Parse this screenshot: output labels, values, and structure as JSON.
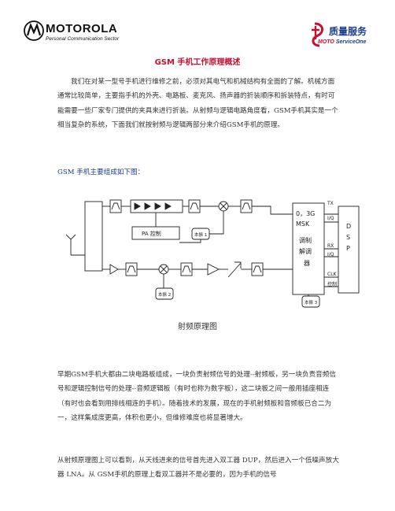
{
  "header": {
    "brand": "MOTOROLA",
    "brand_sub": "Personal Communication Sector",
    "service_cn": "质量服务",
    "service_en_moto": "MOTO ",
    "service_en_so": "ServiceOne"
  },
  "title": "GSM 手机工作原理概述",
  "paragraphs": {
    "p1": "我们在对某一型号手机进行维修之前，必须对其电气和机械结构有全面的了解。机械方面通常比较简单，主要指手机的外壳、电路板、麦克风、扬声器的折装顺序和拆装特点，有时可能需要一些厂家专门提供的夹具来进行折装。从射频与逻辑电路角度看，GSM手机其实是一个相当复杂的系统，下面我们就按射频与逻辑两部分来介绍GSM手机的原理。",
    "intro": "GSM 手机主要组成如下图：",
    "p2": "早期GSM手机大都由二块电路板组成，一块负责射频信号的处理--射频板，另一块负责音频信号和逻辑控制信号的处理--音频逻辑板（有时也称为数字板），这二块板之间一般用插座相连（有时也会看到用排线相连的手机）。随着技术的发展，现在的手机射频板和音频板已合二为一，这样集成度更高，体积也更小，但维修难度也将显著增大。",
    "p3": "从射频原理图上可以看到，从天线进来的信号首先进入双工器 DUP，然后进入一个低噪声放大器 LNA。从 GSM手机的原理上看双工器并不是必要的，因为手机的信号"
  },
  "diagram": {
    "pa_label": "PA 控制",
    "lo1_label": "本振 2",
    "lo2_label": "本振 1",
    "lo3_label": "本振 3",
    "modem_line1": "0，3G",
    "modem_line2": "MSK",
    "modem_line3": "调制",
    "modem_line4": "解调",
    "modem_line5": "器",
    "tx": "TX",
    "iq_top": "I/Q",
    "rx": "RX",
    "iq_bot": "I/Q",
    "clk": "CLK",
    "ctrl": "控制",
    "dsp": [
      "D",
      "S",
      "P"
    ],
    "caption": "射频原理图"
  }
}
